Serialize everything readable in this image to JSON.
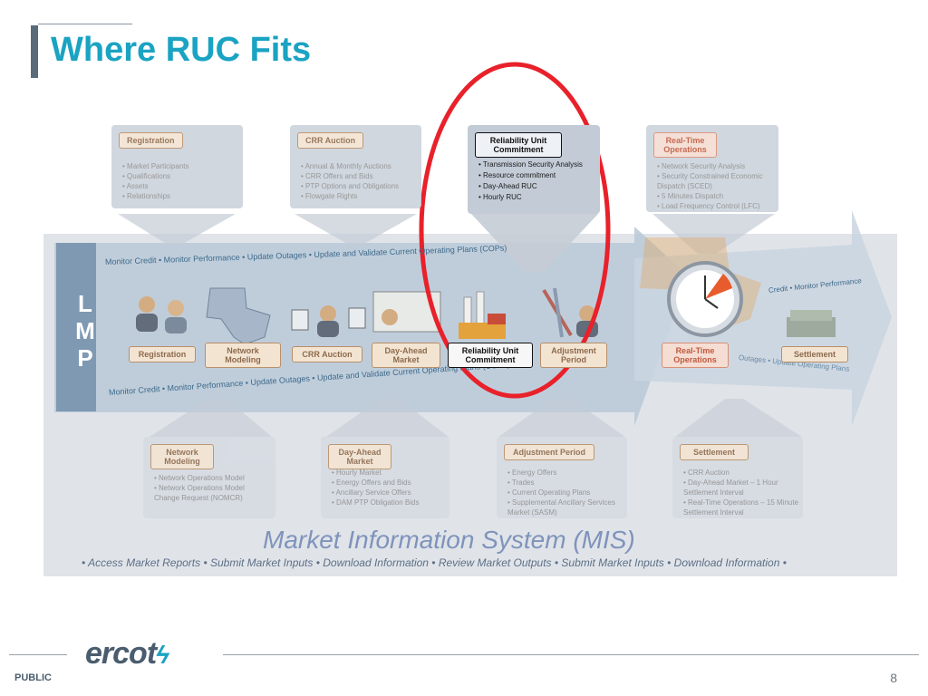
{
  "header": {
    "title": "Where RUC Fits"
  },
  "top_cards": [
    {
      "title": "Registration",
      "items": [
        "Market Participants",
        "Qualifications",
        "Assets",
        "Relationships"
      ]
    },
    {
      "title": "CRR Auction",
      "items": [
        "Annual & Monthly Auctions",
        "CRR Offers and Bids",
        "PTP Options and Obligations",
        "Flowgate Rights"
      ]
    },
    {
      "title": "Reliability Unit Commitment",
      "items": [
        "Transmission Security Analysis",
        "Resource commitment",
        "Day-Ahead RUC",
        "Hourly RUC"
      ]
    },
    {
      "title": "Real-Time Operations",
      "items": [
        "Network Security Analysis",
        "Security Constrained Economic Dispatch (SCED)",
        "5 Minutes Dispatch",
        "Load Frequency Control (LFC)"
      ]
    }
  ],
  "band": {
    "top_text": "Monitor Credit  •  Monitor Performance  •  Update Outages •  Update and Validate Current Operating Plans (COPs)",
    "bottom_text": "Monitor Credit  •  Monitor Performance  •  Update Outages •  Update and Validate Current Operating Plans (COPs)",
    "right_top_text": "Credit  •  Monitor Performance",
    "right_bottom_text": "Outages •  Update Operating Plans",
    "lmp_letters": [
      "L",
      "M",
      "P"
    ]
  },
  "stages": [
    {
      "label": "Registration"
    },
    {
      "label": "Network Modeling"
    },
    {
      "label": "CRR Auction"
    },
    {
      "label": "Day-Ahead Market"
    },
    {
      "label": "Reliability Unit Commitment"
    },
    {
      "label": "Adjustment Period"
    },
    {
      "label": "Real-Time Operations"
    },
    {
      "label": "Settlement"
    }
  ],
  "bottom_cards": [
    {
      "title": "Network Modeling",
      "items": [
        "Network Operations Model",
        "Network Operations Model Change Request (NOMCR)"
      ]
    },
    {
      "title": "Day-Ahead Market",
      "items": [
        "Hourly Market",
        "Energy Offers and Bids",
        "Ancillary Service Offers",
        "DAM PTP Obligation Bids"
      ]
    },
    {
      "title": "Adjustment Period",
      "items": [
        "Energy Offers",
        "Trades",
        "Current Operating Plans",
        "Supplemental Ancillary Services Market (SASM)"
      ]
    },
    {
      "title": "Settlement",
      "items": [
        "CRR Auction",
        "Day-Ahead Market – 1 Hour Settlement Interval",
        "Real-Time Operations – 15 Minute Settlement Interval"
      ]
    }
  ],
  "mis": {
    "title": "Market Information System (MIS)",
    "subtitle": "• Access Market Reports •  Submit Market Inputs • Download Information • Review Market Outputs •  Submit Market Inputs • Download Information •"
  },
  "colors": {
    "accent": "#1aa3c2",
    "highlight_ring": "#e8212a",
    "band": "#b9c9d8"
  },
  "footer": {
    "classification": "PUBLIC",
    "logo_text": "ercot",
    "page_number": "8"
  }
}
